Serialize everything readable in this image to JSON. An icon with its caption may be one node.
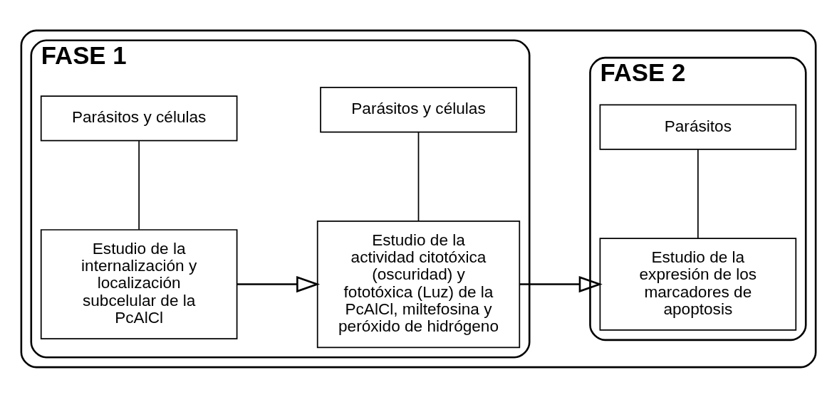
{
  "diagram": {
    "nodes": [
      {
        "text": [],
        "shape": "box"
      },
      {
        "text": [
          "FASE 1"
        ],
        "in": 0
      },
      {
        "text": [
          "Estudio de la internalización y localización subcelular de la PcAlCl"
        ],
        "in": 1
      },
      {
        "text": [
          "Parásitos y células"
        ],
        "in": 1
      },
      {
        "text": [
          "Estudio de la actividad citotóxica (oscuridad) y fototóxica (Luz) de la PcAlCl, miltefosina y peróxido de hidrógeno"
        ],
        "in": 1
      },
      {
        "text": [
          "Parásitos y células"
        ],
        "in": 1
      },
      {
        "text": [
          "FASE 2"
        ],
        "in": 0
      },
      {
        "text": [
          "Estudio de la expresión de los marcadores de apoptosis"
        ],
        "in": 6
      },
      {
        "text": [
          "Parásitos"
        ],
        "in": 6
      }
    ],
    "edges": [
      {
        "from": 2,
        "to": 4,
        "arrow": "to"
      },
      {
        "from": 4,
        "to": 7,
        "arrow": "to"
      },
      {
        "from": 2,
        "to": 3,
        "arrow": "none"
      },
      {
        "from": 4,
        "to": 5,
        "arrow": "none"
      },
      {
        "from": 7,
        "to": 8,
        "arrow": "none"
      }
    ]
  }
}
